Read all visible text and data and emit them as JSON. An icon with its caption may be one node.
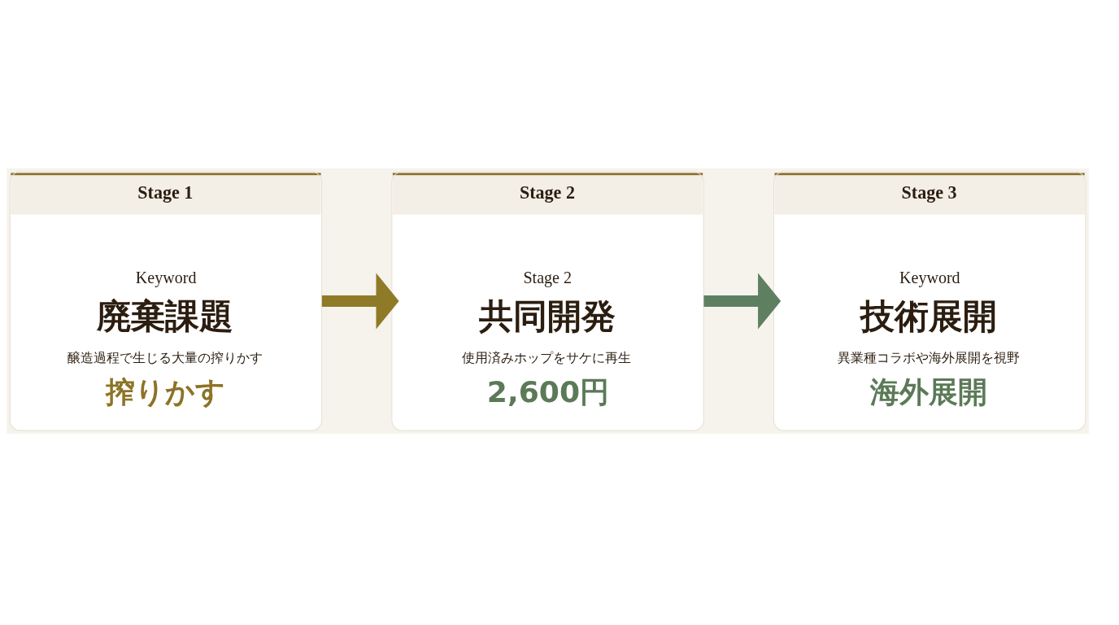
{
  "diagram": {
    "nodes": [
      {
        "text": [
          "Stage 1",
          "Keyword",
          "廃棄課題",
          "醸造過程で生じる大量の搾りかす",
          "搾りかす"
        ]
      },
      {
        "text": [
          "Stage 2",
          "Stage 2",
          "共同開発",
          "使用済みホップをサケに再生",
          "2,600円"
        ]
      },
      {
        "text": [
          "Stage 3",
          "Keyword",
          "技術展開",
          "異業種コラボや海外展開を視野",
          "海外展開"
        ]
      }
    ],
    "edges": [
      {
        "from": 0,
        "to": 1,
        "arrow": "to",
        "color": "#8f7a28"
      },
      {
        "from": 1,
        "to": 2,
        "arrow": "to",
        "color": "#5f8060"
      }
    ]
  }
}
